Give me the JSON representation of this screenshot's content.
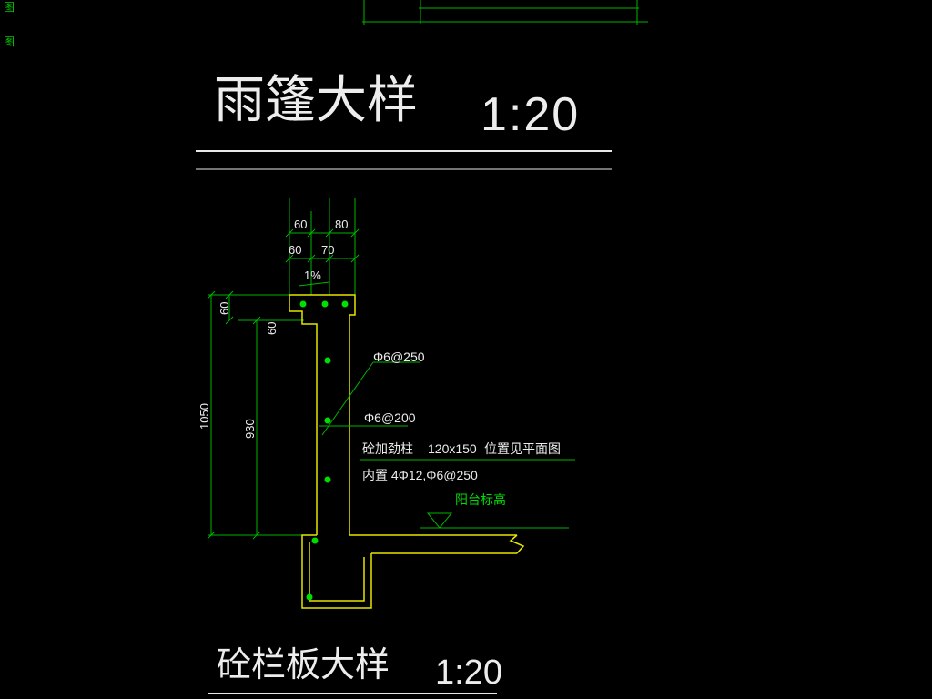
{
  "colors": {
    "background": "#000000",
    "line_green": "#00b400",
    "dot_green": "#00e000",
    "line_yellow": "#e6e600",
    "text_white": "#ededed",
    "text_green": "#00dc00"
  },
  "corner_marks": {
    "mark_top": "图",
    "mark_bottom": "图"
  },
  "detail_top": {
    "title": "雨篷大样",
    "scale": "1:20"
  },
  "detail_bottom": {
    "title": "砼栏板大样",
    "scale": "1:20"
  },
  "dimensions": {
    "top_row1_left": "60",
    "top_row1_right": "80",
    "top_row2_left": "60",
    "top_row2_right": "70",
    "slope": "1%",
    "height_total": "1050",
    "height_inner": "930",
    "cap_height": "60",
    "step_height": "60"
  },
  "annotations": {
    "rebar_top": "Φ6@250",
    "rebar_mid": "Φ6@200",
    "stiffener": "砼加劲柱",
    "stiffener_size": "120x150",
    "stiffener_ref": "位置见平面图",
    "stiffener_inner": "内置 4Φ12,Φ6@250",
    "elevation": "阳台标高"
  }
}
